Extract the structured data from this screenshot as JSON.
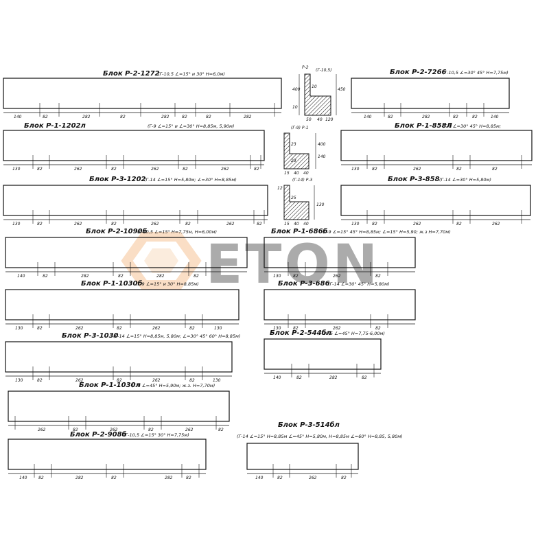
{
  "blocks": [
    {
      "id": "b1",
      "title": "Блок Р-2-1272",
      "note": "(Г-10,5 ∠=15° и 30° Н=6,0м)",
      "dims": [
        "140",
        "82",
        "82",
        "282",
        "82",
        "282",
        "82",
        "282"
      ]
    },
    {
      "id": "b2",
      "title": "Блок Р-2-7266",
      "note": "(Г-10,5 ∠=30° 45° Н=7,75м)",
      "dims": [
        "140",
        "82",
        "82",
        "282",
        "82",
        "140"
      ]
    },
    {
      "id": "b3",
      "title": "Блок Р-1-1202л",
      "note": "(Г-9 ∠=15° и ∠=30° Н=8,85м, 5,90м)",
      "dims": [
        "130",
        "82",
        "262",
        "82",
        "262",
        "82",
        "262",
        "82"
      ]
    },
    {
      "id": "b4",
      "title": "Блок Р-1-858Л",
      "note": "(Г-9 ∠=30° 45° Н=8,85м;",
      "dims": [
        "130",
        "82",
        "262",
        "82",
        "82"
      ]
    },
    {
      "id": "b5",
      "title": "Блок Р-3-1202",
      "note": "(Г-14 ∠=15° Н=5,80м; ∠=30° Н=8,85м)",
      "dims": [
        "130",
        "82",
        "262",
        "82",
        "262",
        "82",
        "262",
        "82"
      ]
    },
    {
      "id": "b6",
      "title": "Блок Р-3-858",
      "note": "(Г-14 ∠=30° Н=5,80м)",
      "dims": [
        "130",
        "82",
        "262",
        "82",
        "262"
      ]
    },
    {
      "id": "b7",
      "title": "Блок Р-2-1090б",
      "note": "(Г-10,5 ∠=15° Н=7,75м, Н=6,00м)",
      "dims": [
        "140",
        "82",
        "282",
        "82",
        "282",
        "82"
      ]
    },
    {
      "id": "b8",
      "title": "Блок Р-1-686б",
      "note": "(Г-9 ∠=15° 45° Н=8,85м; ∠=15° Н=5,90; ж.з Н=7,70м)",
      "dims": [
        "130",
        "82",
        "262",
        "82"
      ]
    },
    {
      "id": "b9",
      "title": "Блок Р-1-1030б",
      "note": "(Г-9 ∠=15° и 30° Н=8,85м)",
      "dims": [
        "130",
        "82",
        "262",
        "82",
        "262",
        "82",
        "130"
      ]
    },
    {
      "id": "b10",
      "title": "Блок Р-3-686",
      "note": "(Г-14 ∠=30° 45° Н=5,80м)",
      "dims": [
        "130",
        "82",
        "262",
        "82"
      ]
    },
    {
      "id": "b11",
      "title": "Блок Р-3-1030",
      "note": "(Г-14 ∠=15° Н=8,85м, 5,80м; ∠=30° 45° 60° Н=8,85м)",
      "dims": [
        "130",
        "82",
        "262",
        "82",
        "262",
        "82",
        "130"
      ]
    },
    {
      "id": "b12",
      "title": "Блок Р-2-544бл",
      "note": "(Г-10,5 ∠=45° Н=7,75-6,00м)",
      "dims": [
        "140",
        "82",
        "282",
        "82"
      ]
    },
    {
      "id": "b13",
      "title": "Блок Р-1-1030л",
      "note": "(Г-9 ∠=45° Н=5,90м; ж.з. Н=7,70м)",
      "dims": [
        "262",
        "82",
        "262",
        "82",
        "262",
        "82"
      ]
    },
    {
      "id": "b14",
      "title": "Блок Р-2-908б",
      "note": "(Г-10,5 ∠=15° 30° Н=7,75м)",
      "dims": [
        "140",
        "82",
        "282",
        "82",
        "282",
        "82"
      ]
    },
    {
      "id": "b15",
      "title": "Блок Р-3-514бл",
      "note": "(Г-14 ∠=15° Н=8,85м ∠=45° Н=5,80м, Н=8,85м ∠=60° Н=8,85, 5,80м)",
      "dims": [
        "140",
        "82",
        "262",
        "82"
      ]
    }
  ],
  "profiles": [
    {
      "id": "p1",
      "label": "Р-2",
      "grade": "(Г-10,5)",
      "dims": [
        "400",
        "450",
        "10",
        "10",
        "50",
        "40",
        "120"
      ]
    },
    {
      "id": "p2",
      "label": "(Г-9) Р-1",
      "dims": [
        "23",
        "23",
        "400",
        "140",
        "15",
        "40",
        "40"
      ]
    },
    {
      "id": "p3",
      "label": "(Г-14) Р-3",
      "dims": [
        "12",
        "25",
        "130",
        "15",
        "40",
        "40"
      ]
    }
  ],
  "watermark": {
    "text": "ETON",
    "accent": "#f2a35c"
  }
}
